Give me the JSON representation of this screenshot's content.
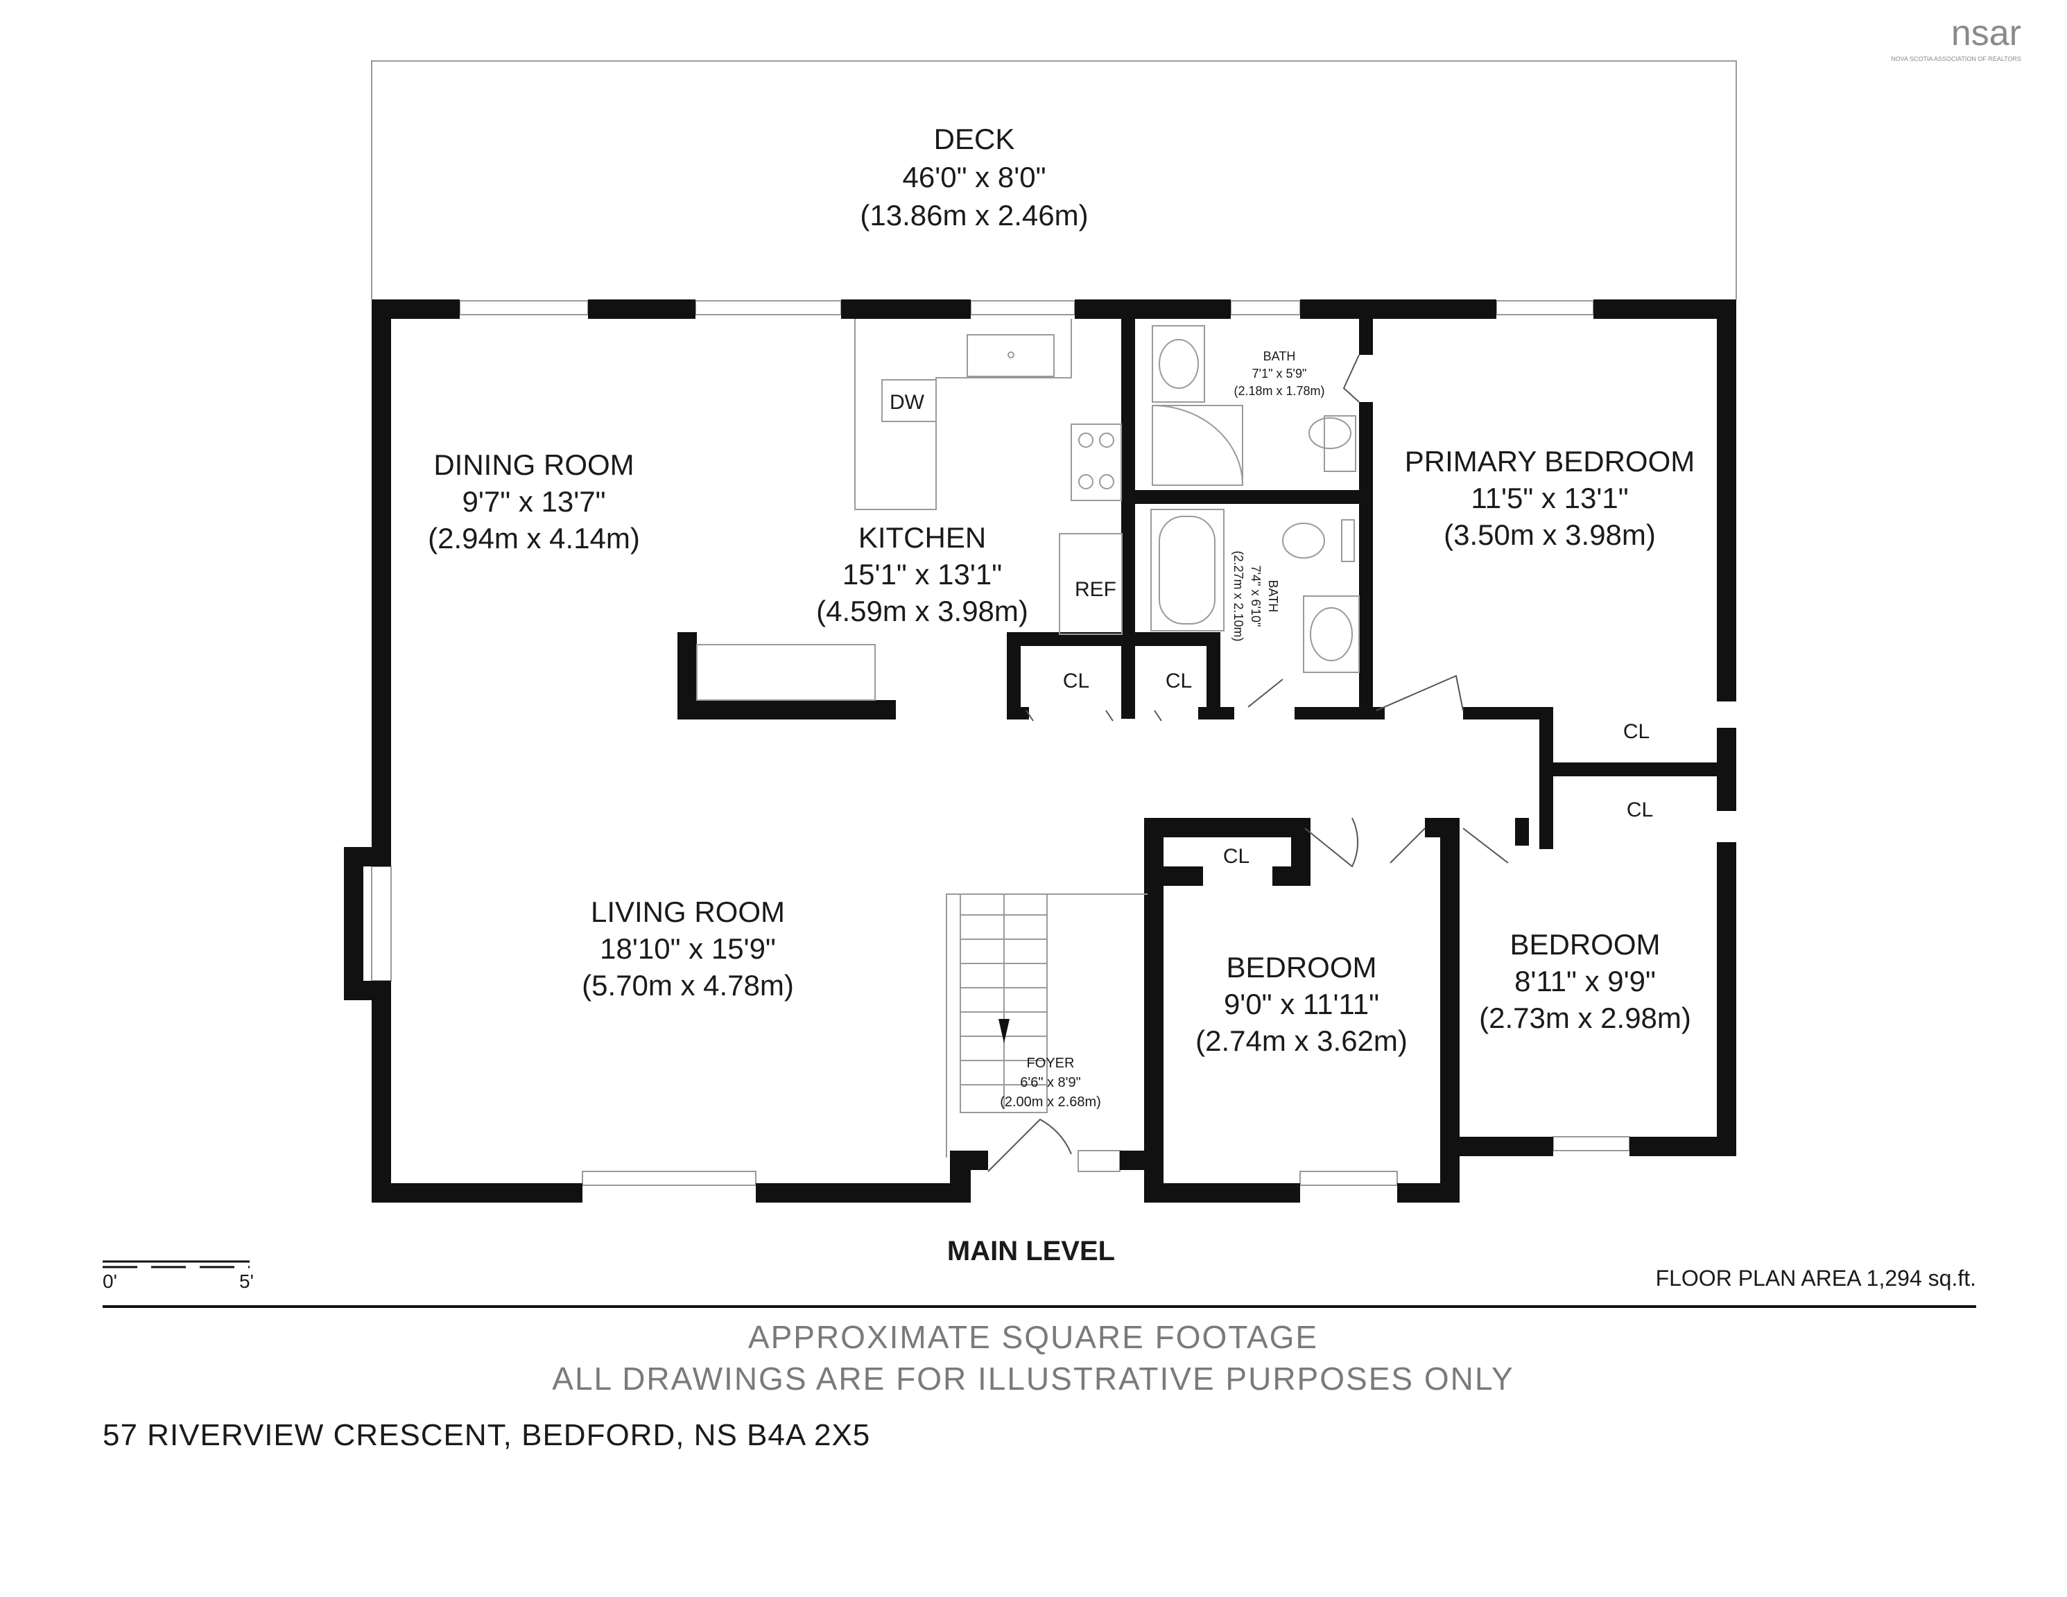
{
  "logo": {
    "text": "nsar",
    "tagline": "NOVA SCOTIA ASSOCIATION OF REALTORS"
  },
  "rooms": {
    "deck": {
      "name": "DECK",
      "imperial": "46'0\" x 8'0\"",
      "metric": "(13.86m x 2.46m)"
    },
    "dining": {
      "name": "DINING ROOM",
      "imperial": "9'7\" x 13'7\"",
      "metric": "(2.94m x 4.14m)"
    },
    "kitchen": {
      "name": "KITCHEN",
      "imperial": "15'1\" x 13'1\"",
      "metric": "(4.59m x 3.98m)"
    },
    "bath1": {
      "name": "BATH",
      "imperial": "7'1\" x 5'9\"",
      "metric": "(2.18m x 1.78m)"
    },
    "bath2": {
      "name": "BATH",
      "imperial": "7'4\" x 6'10\"",
      "metric": "(2.27m x 2.10m)"
    },
    "primary": {
      "name": "PRIMARY BEDROOM",
      "imperial": "11'5\" x 13'1\"",
      "metric": "(3.50m x 3.98m)"
    },
    "living": {
      "name": "LIVING ROOM",
      "imperial": "18'10\" x 15'9\"",
      "metric": "(5.70m x 4.78m)"
    },
    "foyer": {
      "name": "FOYER",
      "imperial": "6'6\" x 8'9\"",
      "metric": "(2.00m x 2.68m)"
    },
    "bedroom2": {
      "name": "BEDROOM",
      "imperial": "9'0\" x 11'11\"",
      "metric": "(2.74m x 3.62m)"
    },
    "bedroom3": {
      "name": "BEDROOM",
      "imperial": "8'11\" x 9'9\"",
      "metric": "(2.73m x 2.98m)"
    }
  },
  "fixtures": {
    "dishwasher": "DW",
    "refrigerator": "REF",
    "closet": "CL"
  },
  "level_title": "MAIN LEVEL",
  "scale": {
    "start": "0'",
    "end": "5'"
  },
  "floor_area": "FLOOR PLAN AREA 1,294 sq.ft.",
  "disclaimer": [
    "APPROXIMATE SQUARE FOOTAGE",
    "ALL DRAWINGS ARE FOR ILLUSTRATIVE PURPOSES ONLY"
  ],
  "address": "57 RIVERVIEW CRESCENT, BEDFORD, NS B4A 2X5",
  "colors": {
    "wall": "#111111",
    "thin": "#9a9a9a",
    "text": "#1a1a1a",
    "muted": "#7a7a7a"
  }
}
